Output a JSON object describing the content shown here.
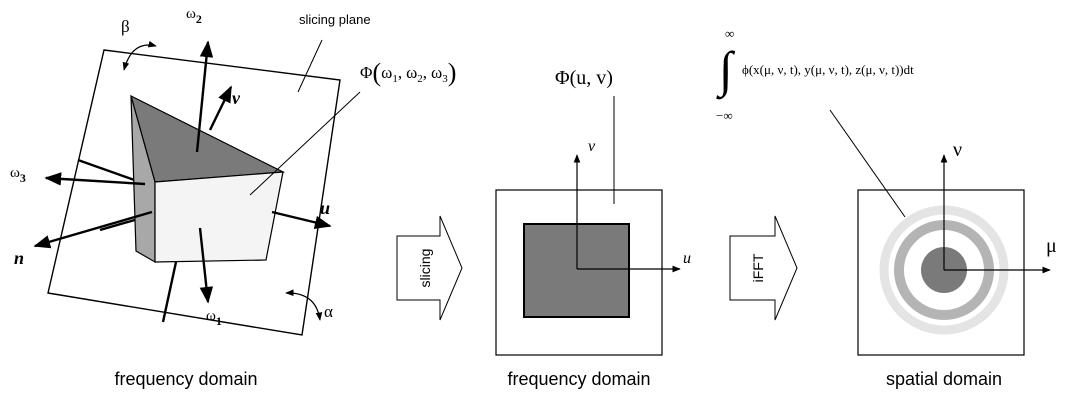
{
  "panel1": {
    "caption": "frequency domain",
    "plane_label": "slicing plane",
    "phi3_label": "Φ(ω₁, ω₂, ω₃)",
    "phi3_head": "Φ",
    "phi3_args": "ω",
    "w_sym": "ω",
    "sub1": "1",
    "sub2": "2",
    "sub3": "3",
    "comma": ",",
    "lparen": "(",
    "rparen": ")",
    "beta": "β",
    "alpha": "α",
    "u": "u",
    "v": "v",
    "n": "n"
  },
  "arrow1": {
    "label": "slicing"
  },
  "panel2": {
    "caption": "frequency domain",
    "phi2_label": "Φ(u, v)",
    "u": "u",
    "v": "v"
  },
  "arrow2": {
    "label": "iFFT"
  },
  "panel3": {
    "caption": "spatial domain",
    "integral": "∫",
    "upper_limit": "∞",
    "lower_limit": "−∞",
    "integrand": "ϕ(x(μ, ν, t), y(μ, ν, t), z(μ, ν, t))dt",
    "mu": "μ",
    "nu": "ν"
  },
  "colors": {
    "dark_gray": "#7a7a7a",
    "mid_gray": "#a8a8a8",
    "light_gray": "#dcdcdc",
    "face_light": "#f4f4f4",
    "stroke": "#000000"
  }
}
